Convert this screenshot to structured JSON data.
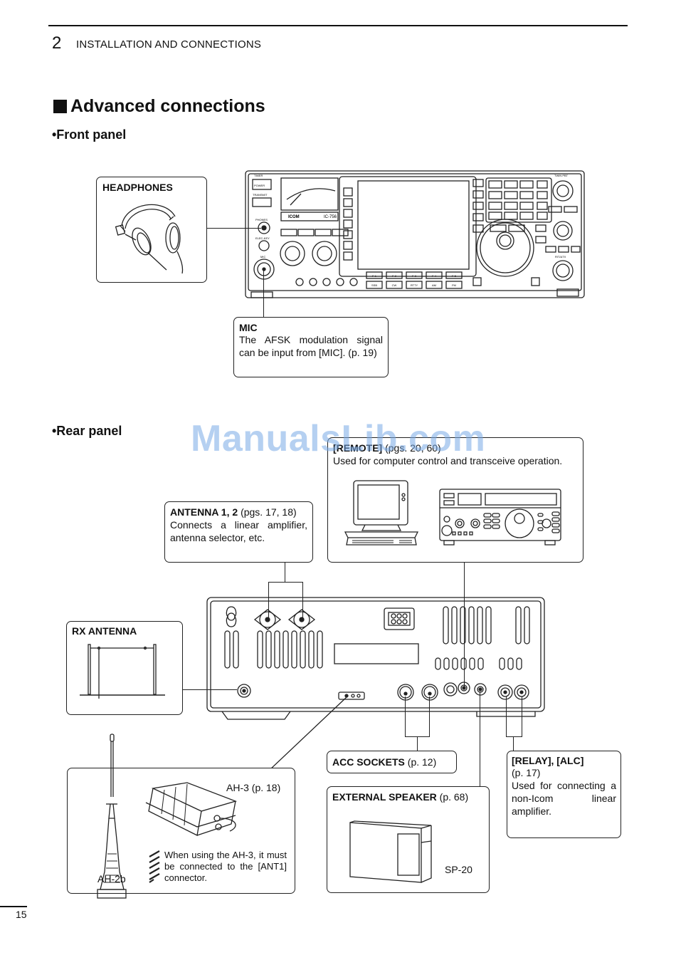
{
  "header": {
    "chapter_number": "2",
    "chapter_title": "INSTALLATION AND CONNECTIONS"
  },
  "section": {
    "title": "Advanced connections",
    "bullet_icon": "black-square"
  },
  "front_panel": {
    "subtitle": "•Front panel",
    "headphones": {
      "title": "HEADPHONES"
    },
    "mic": {
      "title": "MIC",
      "text": "The AFSK modulation signal can be input from [MIC]. (p. 19)"
    },
    "radio_labels": {
      "brand": "ICOM",
      "model": "IC-756",
      "power": "POWER",
      "timer": "TIMER",
      "transmit": "TRANSMIT",
      "phones": "PHONES",
      "elec_key": "ELEC-KEY",
      "mic": "MIC",
      "twin_pbt": "TWIN PBT",
      "rit_tx": "RIT/ΔTX",
      "function_keys": [
        "F-1",
        "F-2",
        "F-3",
        "F-4",
        "F-5"
      ],
      "mode_keys": [
        "SSB",
        "CW",
        "RTTY",
        "AM",
        "FM"
      ]
    }
  },
  "rear_panel": {
    "subtitle": "•Rear panel",
    "remote": {
      "title": "[REMOTE]",
      "pages": "(pgs. 20, 60)",
      "text": "Used for computer control and transceive operation."
    },
    "antenna": {
      "title": "ANTENNA 1, 2",
      "pages": "(pgs. 17, 18)",
      "text": "Connects a linear amplifier, antenna selector, etc."
    },
    "rx_antenna": {
      "title": "RX ANTENNA"
    },
    "acc_sockets": {
      "title": "ACC SOCKETS",
      "pages": "(p. 12)"
    },
    "external_speaker": {
      "title": "EXTERNAL SPEAKER",
      "pages": "(p. 68)",
      "model": "SP-20"
    },
    "relay_alc": {
      "title": "[RELAY], [ALC]",
      "pages": "(p. 17)",
      "text": "Used for connecting a non-Icom linear amplifier."
    },
    "tuner": {
      "antenna_model": "AH-2b",
      "tuner_model": "AH-3 (p. 18)",
      "note": "When using the AH-3, it must be connected to the [ANT1] connector."
    }
  },
  "watermark": "ManualsLib.com",
  "footer": {
    "page_number": "15"
  }
}
